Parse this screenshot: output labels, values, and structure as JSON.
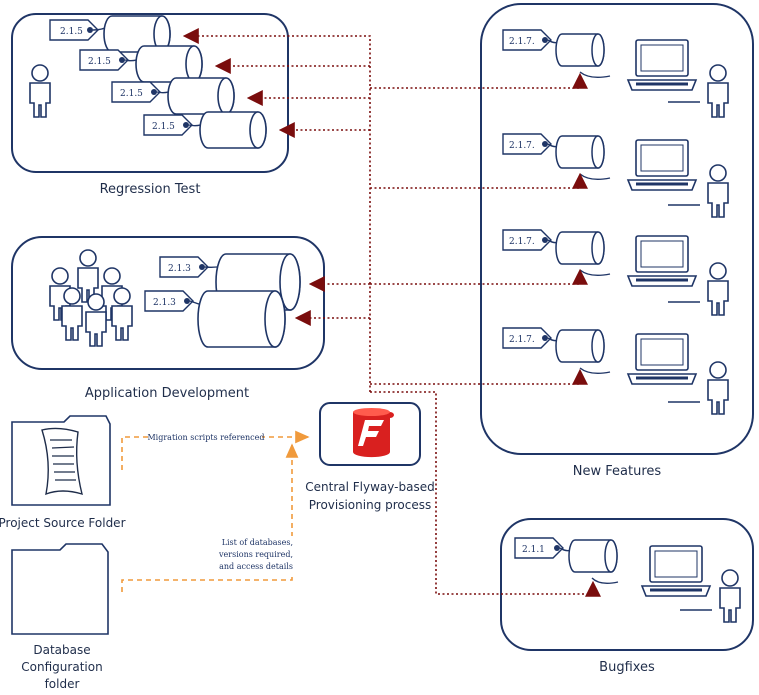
{
  "groups": {
    "regression": {
      "label": "Regression Test",
      "versions": [
        "2.1.5",
        "2.1.5",
        "2.1.5",
        "2.1.5"
      ]
    },
    "appdev": {
      "label": "Application Development",
      "versions": [
        "2.1.3",
        "2.1.3"
      ]
    },
    "newfeatures": {
      "label": "New Features",
      "versions": [
        "2.1.7.",
        "2.1.7.",
        "2.1.7.",
        "2.1.7."
      ]
    },
    "bugfixes": {
      "label": "Bugfixes",
      "versions": [
        "2.1.1"
      ]
    }
  },
  "central": {
    "line1": "Central Flyway-based",
    "line2": "Provisioning process"
  },
  "sources": {
    "project": {
      "label": "Project Source Folder"
    },
    "dbconfig": {
      "line1": "Database",
      "line2": "Configuration",
      "line3": "folder"
    }
  },
  "connectors": {
    "migration": "Migration scripts referenced",
    "dblist": {
      "line1": "List of databases,",
      "line2": "versions required,",
      "line3": "and access details"
    }
  },
  "colors": {
    "ink": "#1f3566",
    "dependency_arrow": "#7a0d0d",
    "input_arrow": "#f09a3c",
    "flyway_red": "#d9201f"
  }
}
